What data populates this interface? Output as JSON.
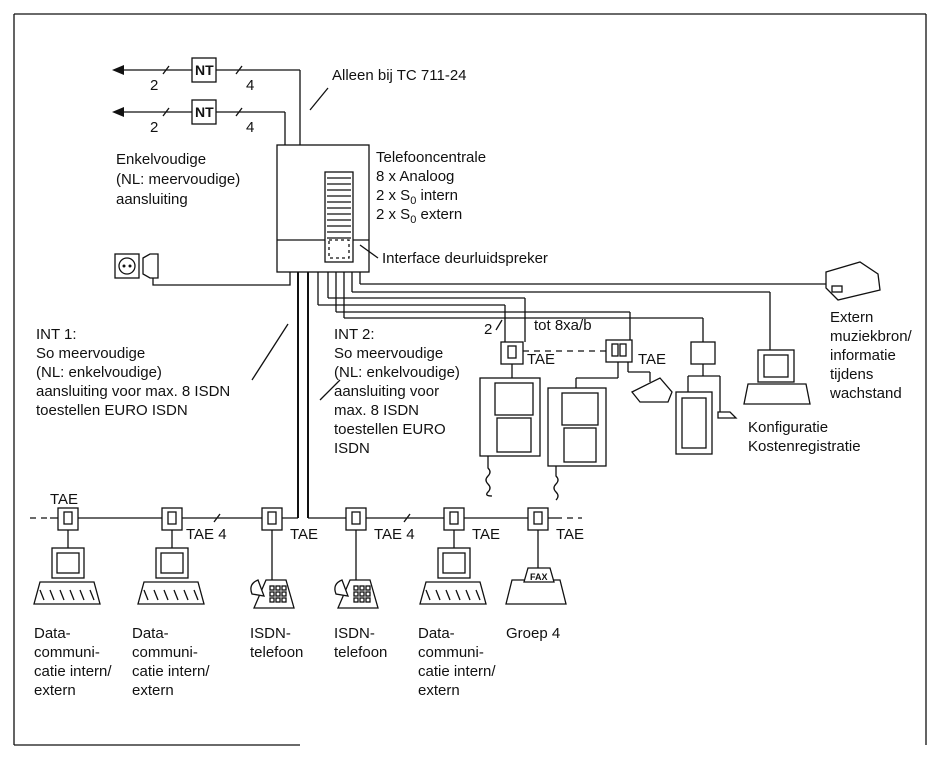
{
  "top": {
    "only_tc": "Alleen bij TC 711-24",
    "nt": "NT",
    "n2": "2",
    "n4": "4"
  },
  "single_conn": [
    "Enkelvoudige",
    "(NL: meervoudige)",
    "aansluiting"
  ],
  "exchange": {
    "title": "Telefooncentrale",
    "line1": "8 x Analoog",
    "line2_pre": "2 x S",
    "line2_sub": "0",
    "line2_post": " intern",
    "line3_pre": "2 x S",
    "line3_sub": "0",
    "line3_post": " extern"
  },
  "doorspeaker": "Interface deurluidspreker",
  "int1": [
    "INT 1:",
    "So meervoudige",
    "(NL: enkelvoudige)",
    "aansluiting voor max. 8 ISDN",
    "toestellen EURO ISDN"
  ],
  "int2": [
    "INT 2:",
    "So meervoudige",
    "(NL: enkelvoudige)",
    "aansluiting voor",
    "max. 8 ISDN",
    "toestellen EURO",
    "ISDN"
  ],
  "analog": {
    "tot": "tot 8xa/b",
    "two": "2",
    "tae": "TAE"
  },
  "extern": [
    "Extern",
    "muziekbron/",
    "informatie",
    "tijdens",
    "wachstand"
  ],
  "config": [
    "Konfiguratie",
    "Kostenregistratie"
  ],
  "bus": {
    "tae": "TAE",
    "tae4": "TAE 4"
  },
  "devices": {
    "data": [
      "Data-",
      "communi-",
      "catie intern/",
      "extern"
    ],
    "isdn": [
      "ISDN-",
      "telefoon"
    ],
    "group4": "Groep 4",
    "fax": "FAX"
  }
}
